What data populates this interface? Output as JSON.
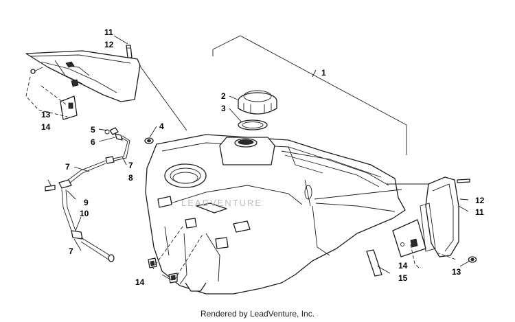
{
  "callouts": [
    {
      "id": "1",
      "text": "1"
    },
    {
      "id": "2",
      "text": "2"
    },
    {
      "id": "3",
      "text": "3"
    },
    {
      "id": "4",
      "text": "4"
    },
    {
      "id": "5",
      "text": "5"
    },
    {
      "id": "6",
      "text": "6"
    },
    {
      "id": "7a",
      "text": "7"
    },
    {
      "id": "7b",
      "text": "7"
    },
    {
      "id": "7c",
      "text": "7"
    },
    {
      "id": "8",
      "text": "8"
    },
    {
      "id": "9",
      "text": "9"
    },
    {
      "id": "10",
      "text": "10"
    },
    {
      "id": "11a",
      "text": "11"
    },
    {
      "id": "12a",
      "text": "12"
    },
    {
      "id": "13a",
      "text": "13"
    },
    {
      "id": "14a",
      "text": "14"
    },
    {
      "id": "14b",
      "text": "14"
    },
    {
      "id": "14c",
      "text": "14"
    },
    {
      "id": "15",
      "text": "15"
    },
    {
      "id": "12b",
      "text": "12"
    },
    {
      "id": "11b",
      "text": "11"
    },
    {
      "id": "13b",
      "text": "13"
    }
  ],
  "watermark": "LEADVENTURE",
  "footer": "Rendered by LeadVenture, Inc."
}
